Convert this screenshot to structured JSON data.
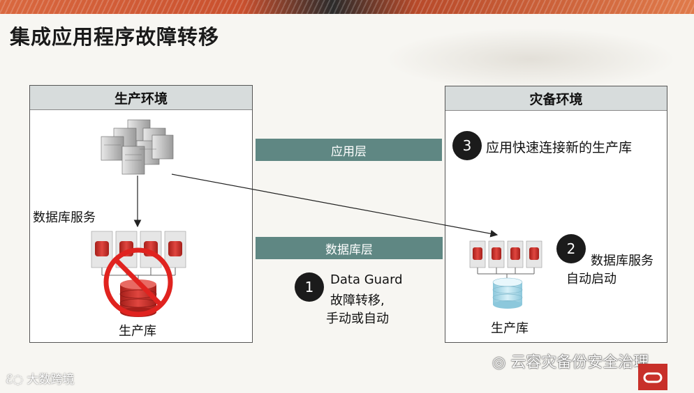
{
  "slide": {
    "title": "集成应用程序故障转移"
  },
  "production": {
    "header": "生产环境",
    "db_service_label": "数据库服务",
    "db_label": "生产库"
  },
  "standby": {
    "header": "灾备环境",
    "db_label": "生产库"
  },
  "layers": {
    "app": "应用层",
    "db": "数据库层"
  },
  "steps": [
    {
      "number": "1",
      "lines": [
        "Data Guard",
        "故障转移,",
        "手动或自动"
      ]
    },
    {
      "number": "2",
      "lines": [
        "数据库服务",
        "自动启动"
      ]
    },
    {
      "number": "3",
      "lines": [
        "应用快速连接新的生产库"
      ]
    }
  ],
  "watermarks": {
    "wechat": "云容灾备份安全治理",
    "bottom_left": "大数跨境"
  },
  "colors": {
    "layer_bar": "#5f8783",
    "db_red": "#c8302a",
    "forbidden": "#e0231f",
    "standby_db": "#a9d8e6"
  }
}
